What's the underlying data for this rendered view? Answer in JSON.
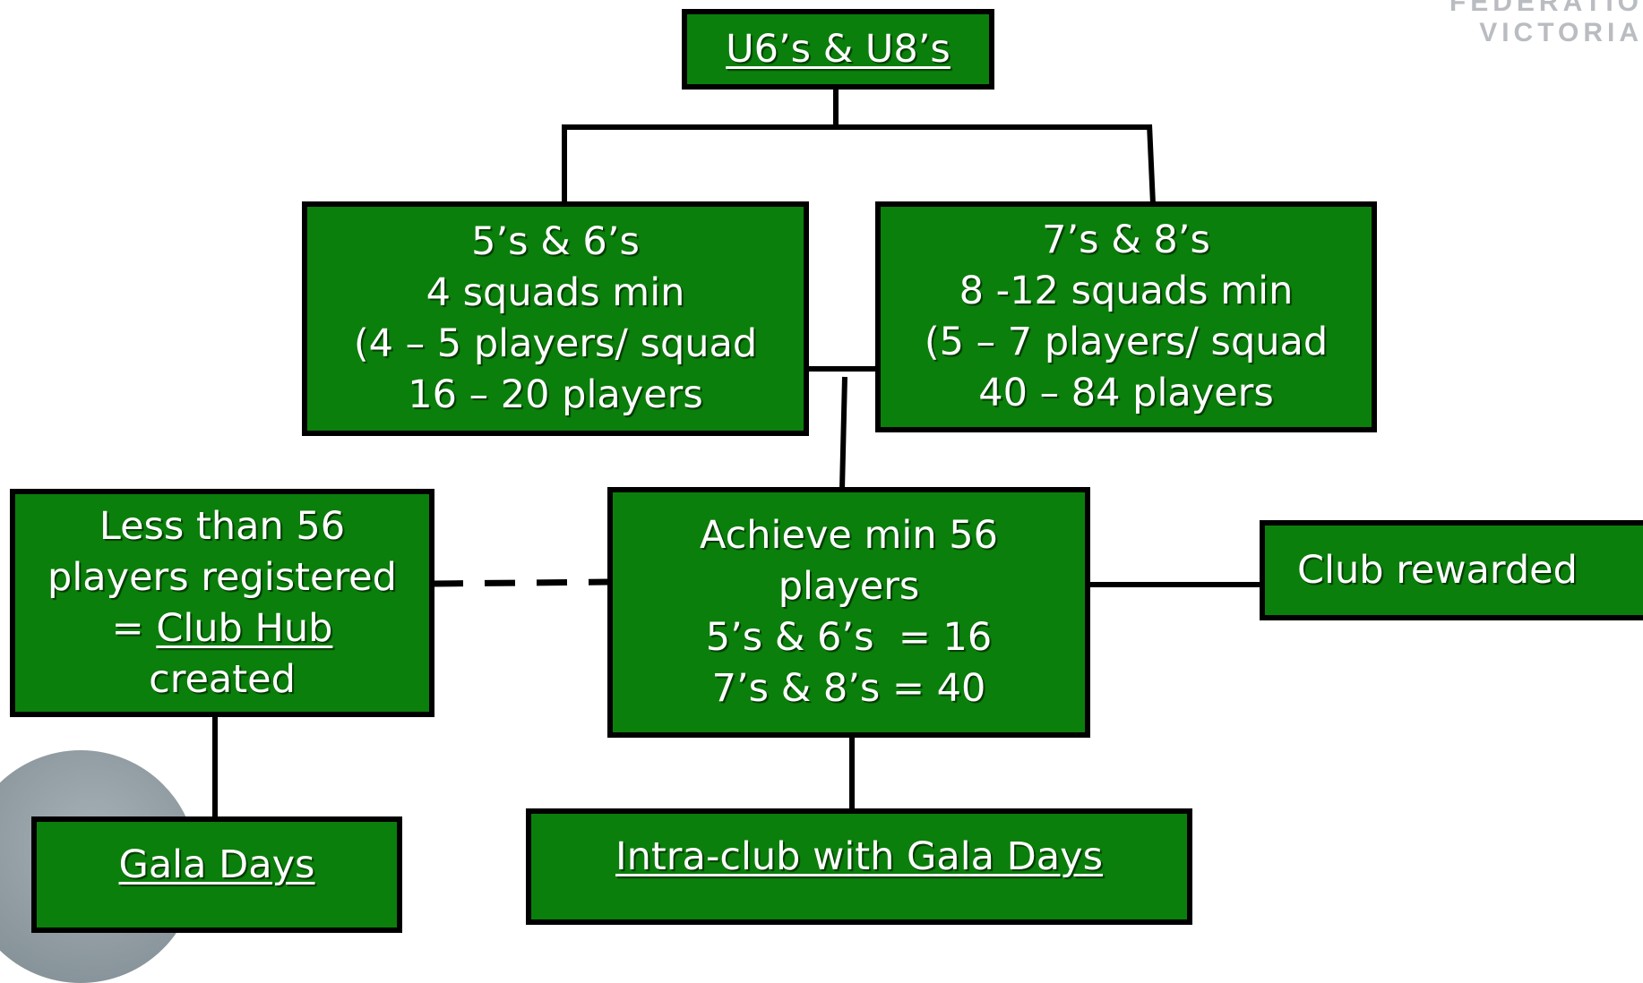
{
  "logo": {
    "line1": "FEDERATIO",
    "line2": "VICTORIA"
  },
  "boxes": {
    "top": {
      "text": "U6’s & U8’s"
    },
    "left": {
      "line1": "5’s & 6’s",
      "line2": "4 squads min",
      "line3": "(4 – 5 players/ squad",
      "line4": "16 – 20 players"
    },
    "right": {
      "line1": "7’s & 8’s",
      "line2": "8 -12 squads min",
      "line3": "(5 – 7 players/ squad",
      "line4": "40 – 84 players"
    },
    "less": {
      "line1": "Less than 56",
      "line2": "players registered",
      "line3_prefix": "= ",
      "line3_link": "Club Hub",
      "line4": "created"
    },
    "achieve": {
      "line1": "Achieve min 56",
      "line2": "players",
      "line3": "5’s & 6’s  = 16",
      "line4": "7’s & 8’s = 40"
    },
    "reward": {
      "text": "Club rewarded"
    },
    "gala": {
      "text": "Gala Days"
    },
    "intra": {
      "text": "Intra-club with Gala Days"
    }
  },
  "colors": {
    "box_fill": "#0b7f0b",
    "box_border": "#000000",
    "text": "#ffffff",
    "connector": "#000000"
  }
}
